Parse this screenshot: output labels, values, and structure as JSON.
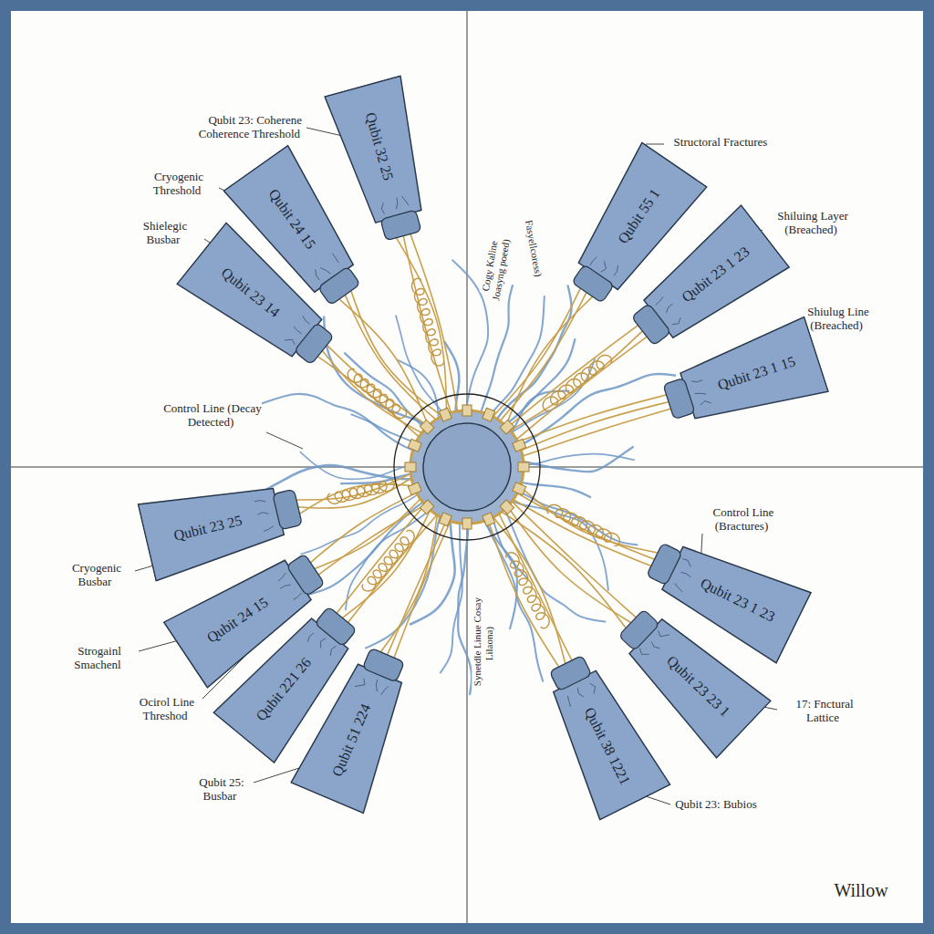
{
  "diagram": {
    "nodes": [
      {
        "text": [
          "Qubit 32 25"
        ]
      },
      {
        "text": [
          "Qubit 24 15"
        ]
      },
      {
        "text": [
          "Qubit 23 14"
        ]
      },
      {
        "text": [
          "Qubit 55 1"
        ]
      },
      {
        "text": [
          "Qubit 23 1 23"
        ]
      },
      {
        "text": [
          "Qubit 23 1 15"
        ]
      },
      {
        "text": [
          "Qubit 23 25"
        ]
      },
      {
        "text": [
          "Qubit 24 15"
        ]
      },
      {
        "text": [
          "Qubit 221 26"
        ]
      },
      {
        "text": [
          "Qubit 51 224"
        ]
      },
      {
        "text": [
          "Qubit 23 1 23"
        ]
      },
      {
        "text": [
          "Qubit 23 23 1"
        ]
      },
      {
        "text": [
          "Qubit 38 1221"
        ]
      }
    ],
    "labels": [
      "Qubit 23: Coherene Coherence Threshold",
      "Cryogenic Threshold",
      "Shielegic Busbar",
      "Control Line (Decay Detected)",
      "Cryogenic Busbar",
      "Strogainl Smachenl",
      "Ocirol Line Threshod",
      "Qubit 25: Busbar",
      "Cogy Kaline Joasyng poeed)",
      "Fasyellcoress)",
      "Synetdle Linue Cosay Lilaona)",
      "Structoral Fractures",
      "Shiluing Layer (Breached)",
      "Shiulug Line (Breached)",
      "Control Line (Bractures)",
      "17: Fnctural Lattice",
      "Qubit 23: Bubios",
      "Willow"
    ]
  }
}
